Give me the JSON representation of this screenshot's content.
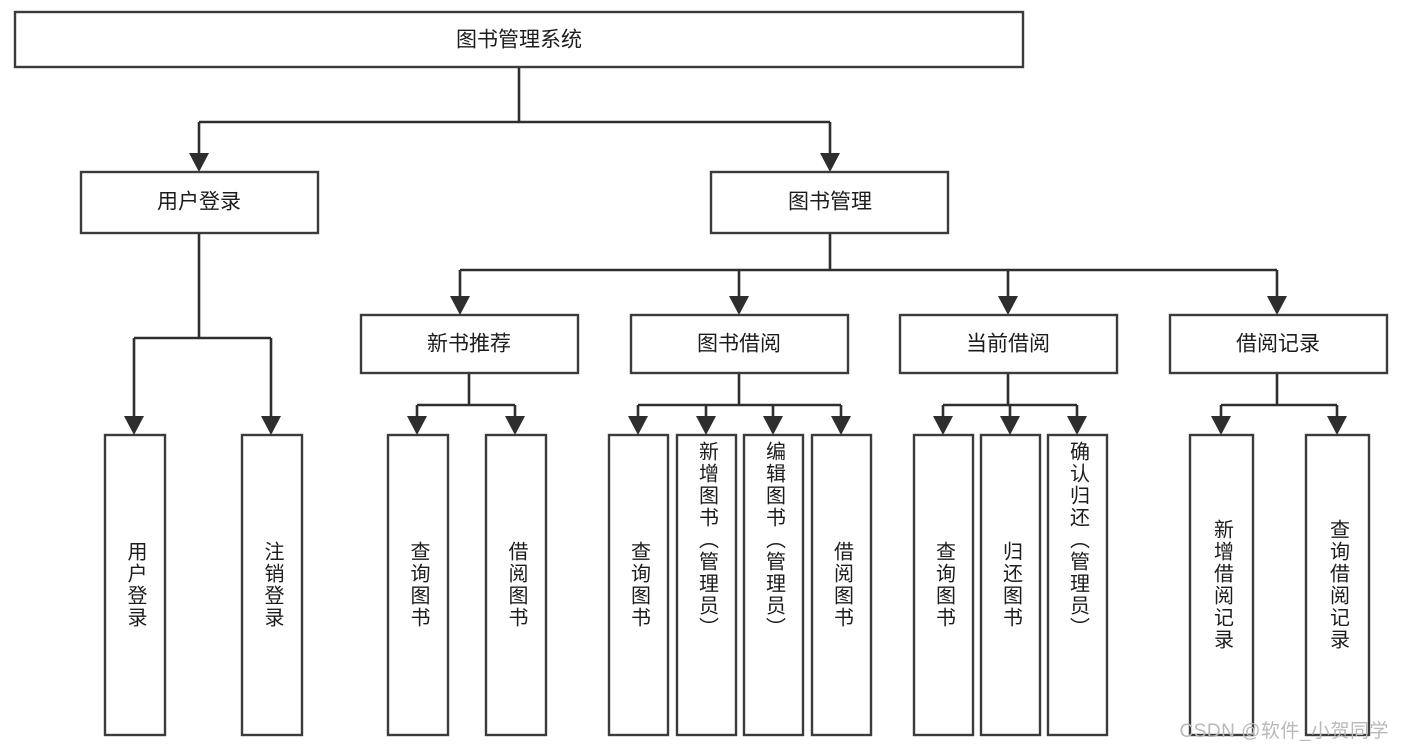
{
  "diagram": {
    "type": "tree-hierarchy",
    "title": "图书管理系统",
    "watermark": "CSDN @软件_小贺同学",
    "colors": {
      "background": "#ffffff",
      "box_stroke": "#3b3b3b",
      "connector": "#2e2e2e",
      "text": "#1c1c1c",
      "watermark": "#b9b9b9"
    },
    "root": {
      "label": "图书管理系统",
      "level": 0
    },
    "level1": [
      {
        "label": "用户登录"
      },
      {
        "label": "图书管理"
      }
    ],
    "level2": [
      {
        "label": "新书推荐",
        "parent": "图书管理"
      },
      {
        "label": "图书借阅",
        "parent": "图书管理"
      },
      {
        "label": "当前借阅",
        "parent": "图书管理"
      },
      {
        "label": "借阅记录",
        "parent": "图书管理"
      }
    ],
    "leaves": {
      "user_login": [
        {
          "label": "用户登录"
        },
        {
          "label": "注销登录"
        }
      ],
      "new_book_recommend": [
        {
          "label": "查询图书"
        },
        {
          "label": "借阅图书"
        }
      ],
      "book_borrow": [
        {
          "label": "查询图书"
        },
        {
          "label": "新增图书（管理员）"
        },
        {
          "label": "编辑图书（管理员）"
        },
        {
          "label": "借阅图书"
        }
      ],
      "current_borrow": [
        {
          "label": "查询图书"
        },
        {
          "label": "归还图书"
        },
        {
          "label": "确认归还（管理员）"
        }
      ],
      "borrow_record": [
        {
          "label": "新增借阅记录"
        },
        {
          "label": "查询借阅记录"
        }
      ]
    }
  }
}
